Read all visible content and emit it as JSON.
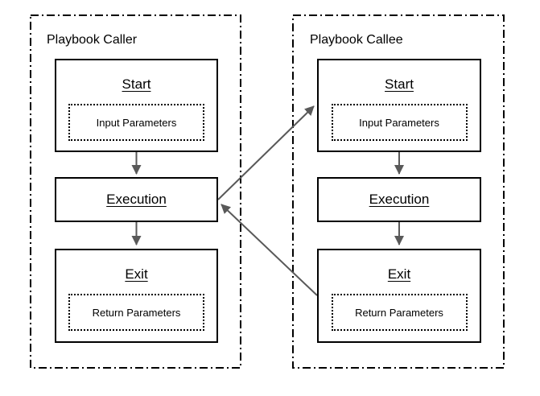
{
  "diagram": {
    "caller": {
      "title": "Playbook Caller",
      "nodes": {
        "start": {
          "title": "Start",
          "param": "Input Parameters"
        },
        "execution": {
          "title": "Execution"
        },
        "exit": {
          "title": "Exit",
          "param": "Return Parameters"
        }
      }
    },
    "callee": {
      "title": "Playbook Callee",
      "nodes": {
        "start": {
          "title": "Start",
          "param": "Input Parameters"
        },
        "execution": {
          "title": "Execution"
        },
        "exit": {
          "title": "Exit",
          "param": "Return Parameters"
        }
      }
    },
    "connectors": [
      {
        "from": "caller.start",
        "to": "caller.execution"
      },
      {
        "from": "caller.execution",
        "to": "caller.exit"
      },
      {
        "from": "callee.start",
        "to": "callee.execution"
      },
      {
        "from": "callee.execution",
        "to": "callee.exit"
      },
      {
        "from": "caller.execution",
        "to": "callee.start"
      },
      {
        "from": "callee.exit",
        "to": "caller.execution"
      }
    ],
    "colors": {
      "background": "#ffffff",
      "border": "#000000",
      "arrow": "#595959"
    }
  }
}
